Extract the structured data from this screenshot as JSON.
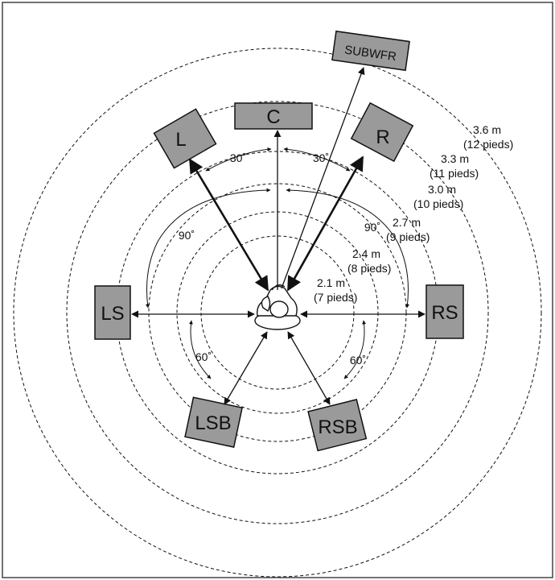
{
  "speakers": {
    "sub": "SUBWFR",
    "c": "C",
    "l": "L",
    "r": "R",
    "ls": "LS",
    "rs": "RS",
    "lsb": "LSB",
    "rsb": "RSB"
  },
  "distances": [
    {
      "m": "2.1 m",
      "ft": "(7 pieds)"
    },
    {
      "m": "2.4 m",
      "ft": "(8 pieds)"
    },
    {
      "m": "2.7 m",
      "ft": "(9 pieds)"
    },
    {
      "m": "3.0 m",
      "ft": "(10 pieds)"
    },
    {
      "m": "3.3 m",
      "ft": "(11 pieds)"
    },
    {
      "m": "3.6 m",
      "ft": "(12 pieds)"
    }
  ],
  "angles": {
    "front_left": "30˚",
    "front_right": "30˚",
    "side_left": "90˚",
    "side_right": "90˚",
    "rear_left": "60˚",
    "rear_right": "60˚"
  },
  "colors": {
    "speaker_fill": "#9a9a9a",
    "line": "#111111",
    "border": "#444444"
  }
}
